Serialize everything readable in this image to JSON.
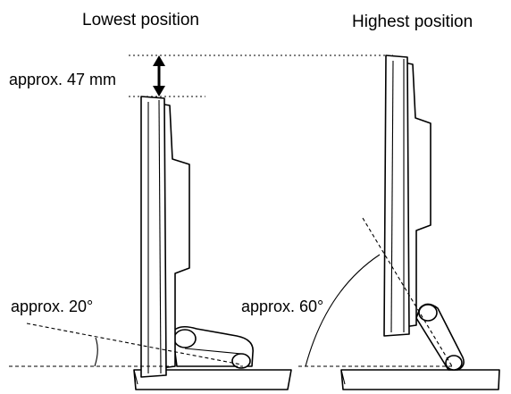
{
  "labels": {
    "lowest_position": "Lowest position",
    "highest_position": "Highest position",
    "height_difference": "approx. 47 mm",
    "tilt_angle_low": "approx. 20°",
    "tilt_angle_high": "approx. 60°"
  }
}
